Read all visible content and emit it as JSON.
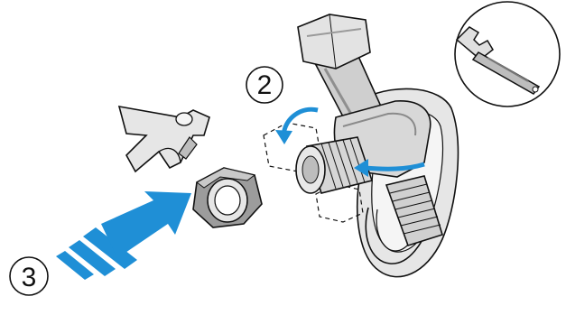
{
  "steps": [
    {
      "number": "2",
      "action": "rotate-fitting"
    },
    {
      "number": "3",
      "action": "push-nut-onto-thread"
    }
  ],
  "icons": {
    "tool_inset": "adjustable-wrench-icon",
    "rotation_arrows": "rotate-arrow-icon",
    "push_arrow": "push-arrow-icon"
  },
  "colors": {
    "arrow_blue": "#1f8fd6",
    "outline": "#111111",
    "part_fill": "#d9d9d9",
    "part_shadow": "#9c9c9c"
  }
}
